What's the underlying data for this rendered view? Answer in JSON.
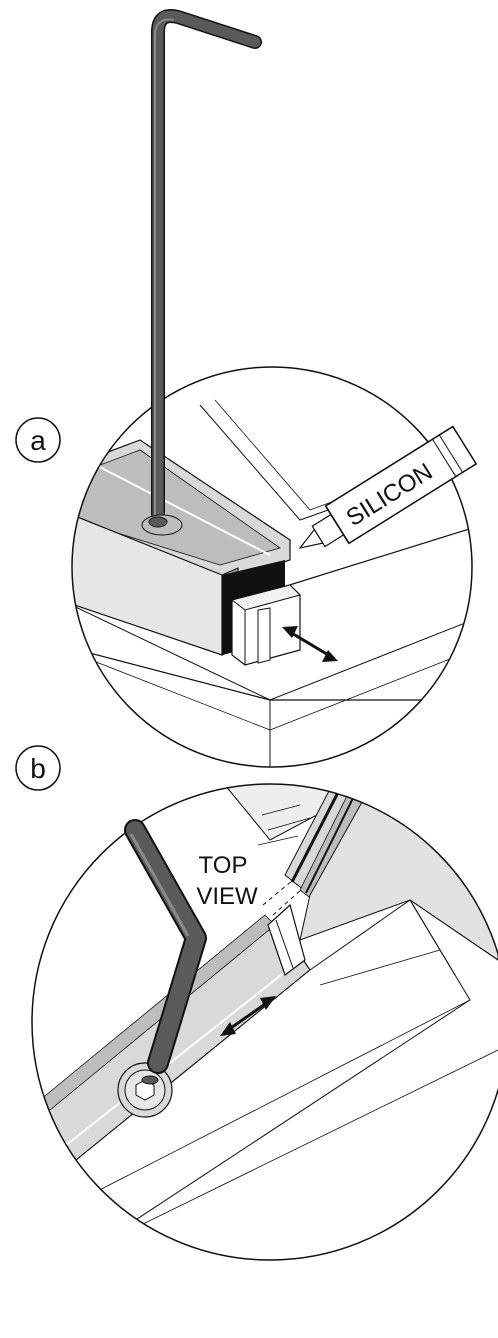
{
  "figure": {
    "step_a": {
      "label": "a",
      "tube_text": "SILICON"
    },
    "step_b": {
      "label": "b",
      "view_line1": "TOP",
      "view_line2": "VIEW"
    }
  },
  "colors": {
    "background": "#ffffff",
    "line": "#111111",
    "hex_key": "#5a5a5a",
    "hex_key_highlight": "#8a8a8a",
    "profile_light": "#d9d9d9",
    "profile_mid": "#bdbdbd",
    "profile_dark": "#9a9a9a",
    "glass": "#eeeeee"
  },
  "icons": {
    "hex_key": "allen-key-icon",
    "double_arrow": "double-arrow-icon",
    "screw": "hex-socket-screw-icon",
    "end_cap": "end-cap-icon",
    "silicone_tube": "silicone-tube-icon"
  }
}
